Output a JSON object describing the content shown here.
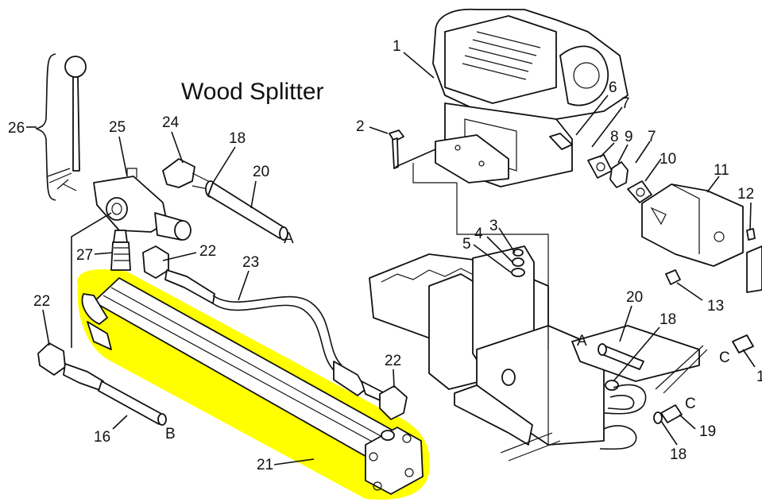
{
  "title": "Wood Splitter",
  "highlight_color": "#ffff00",
  "part_labels": [
    "1",
    "2",
    "3",
    "4",
    "5",
    "6",
    "7",
    "7",
    "8",
    "9",
    "10",
    "11",
    "12",
    "13",
    "16",
    "18",
    "18",
    "18",
    "19",
    "20",
    "20",
    "21",
    "22",
    "22",
    "22",
    "23",
    "24",
    "25",
    "26",
    "27"
  ],
  "connector_labels": [
    "A",
    "A",
    "B",
    "C",
    "C"
  ],
  "edge_label_partial": "1"
}
